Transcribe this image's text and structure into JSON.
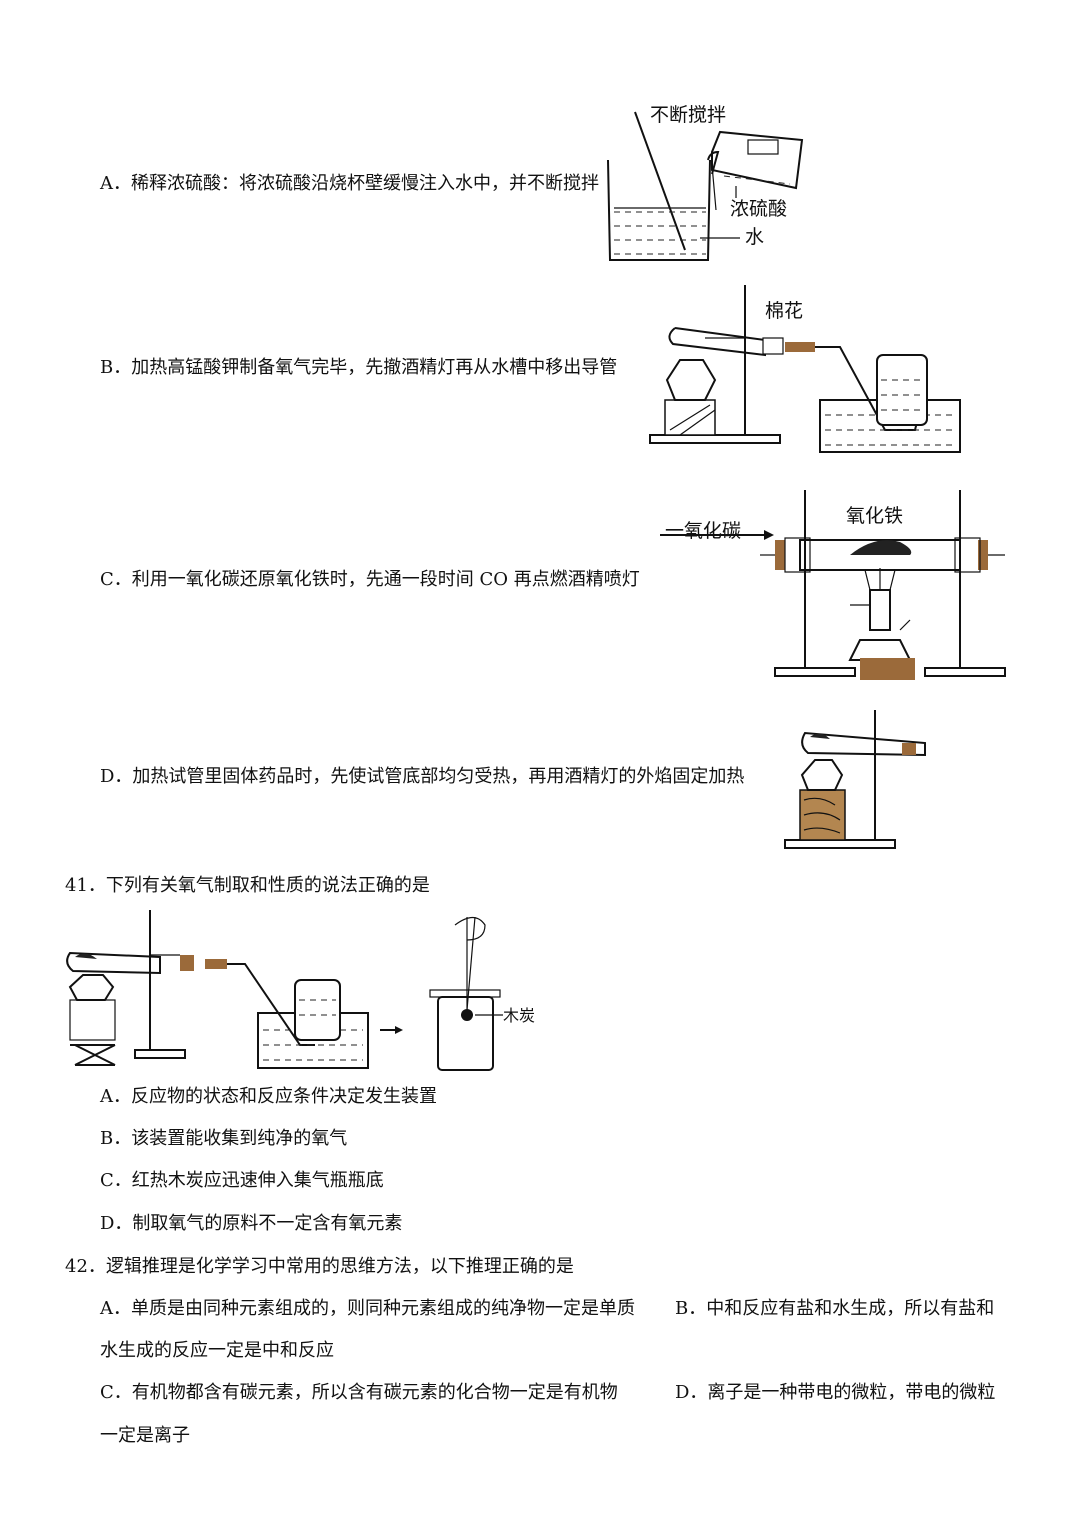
{
  "prev_question": {
    "options": [
      {
        "label": "A．稀释浓硫酸：将浓硫酸沿烧杯壁缓慢注入水中，并不断搅拌"
      },
      {
        "label": "B．加热高锰酸钾制备氧气完毕，先撤酒精灯再从水槽中移出导管"
      },
      {
        "label": "C．利用一氧化碳还原氧化铁时，先通一段时间 CO 再点燃酒精喷灯"
      },
      {
        "label": "D．加热试管里固体药品时，先使试管底部均匀受热，再用酒精灯的外焰固定加热"
      }
    ],
    "figures": {
      "a": {
        "stir": "不断搅拌",
        "acid": "浓硫酸",
        "water": "水"
      },
      "b": {
        "cotton": "棉花"
      },
      "c": {
        "co": "一氧化碳",
        "fe2o3": "氧化铁"
      }
    }
  },
  "q41": {
    "stem": "41．下列有关氧气制取和性质的说法正确的是",
    "figure_label": "木炭",
    "options": [
      "A．反应物的状态和反应条件决定发生装置",
      "B．该装置能收集到纯净的氧气",
      "C．红热木炭应迅速伸入集气瓶瓶底",
      "D．制取氧气的原料不一定含有氧元素"
    ]
  },
  "q42": {
    "stem": "42．逻辑推理是化学学习中常用的思维方法，以下推理正确的是",
    "lines": [
      "A．单质是由同种元素组成的，则同种元素组成的纯净物一定是单质",
      "B．中和反应有盐和水生成，所以有盐和",
      "水生成的反应一定是中和反应",
      "C．有机物都含有碳元素，所以含有碳元素的化合物一定是有机物",
      "D．离子是一种带电的微粒，带电的微粒",
      "一定是离子"
    ]
  }
}
